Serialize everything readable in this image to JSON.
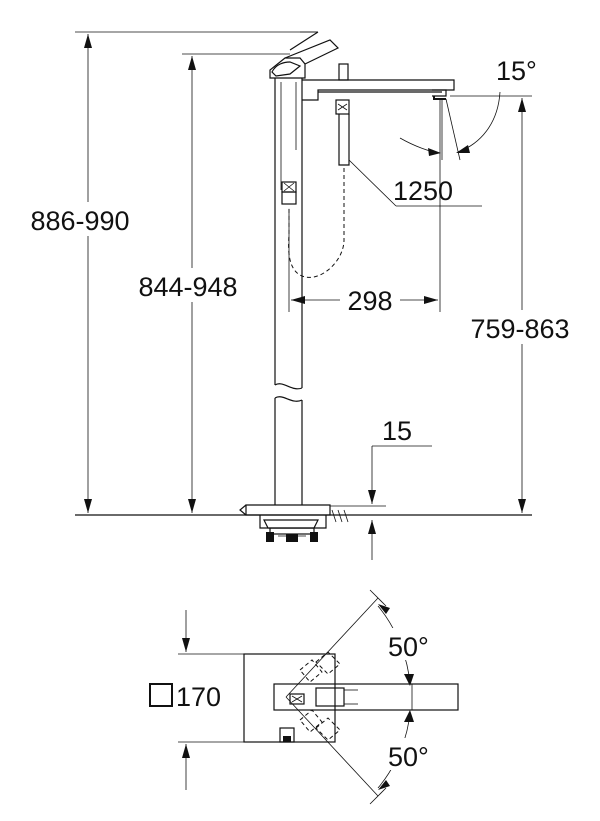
{
  "dimensions": {
    "overall_height": "886-990",
    "spout_top_height": "844-948",
    "spout_outlet_height": "759-863",
    "spout_reach": "298",
    "hose_length": "1250",
    "spout_angle": "15°",
    "floor_clearance": "15",
    "base_size": "170",
    "rotation_upper": "50°",
    "rotation_lower": "50°"
  }
}
